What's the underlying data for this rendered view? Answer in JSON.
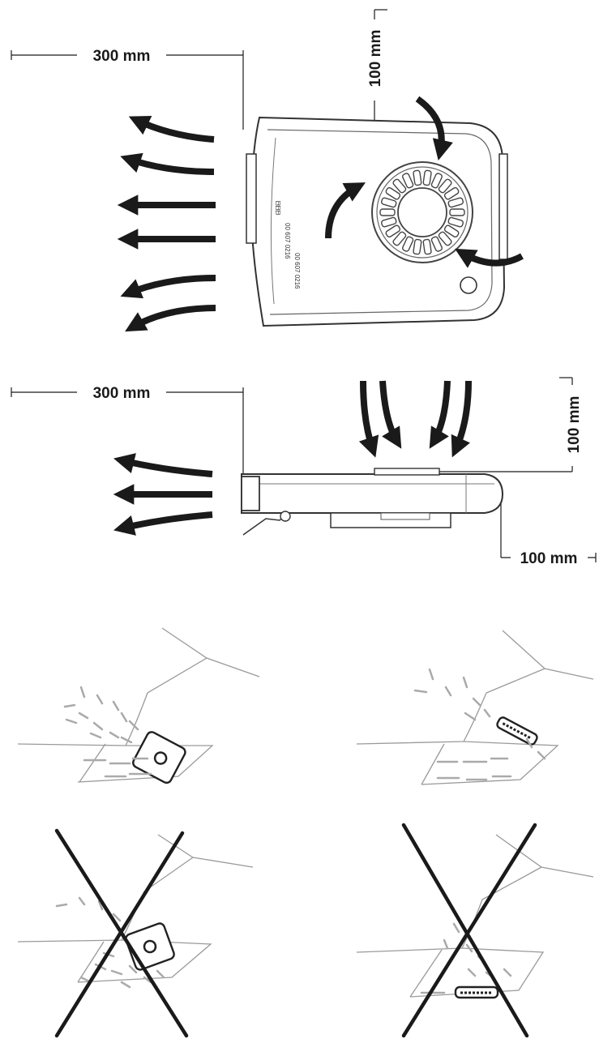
{
  "dimensions": {
    "top_view_side_clearance": "300 mm",
    "top_view_top_clearance": "100 mm",
    "side_view_side_clearance": "300 mm",
    "side_view_top_clearance": "100 mm",
    "side_view_front_clearance": "100 mm"
  },
  "device_label": {
    "line1": "ᗷᗷᗷ",
    "line2": "00 607 0216",
    "line3": "00 607 0216"
  },
  "colors": {
    "ink": "#1a1a1a",
    "outline": "#555555",
    "light_line": "#9a9a9a"
  },
  "icons": [
    "airflow-arrow",
    "fan-grille",
    "wrong-mark"
  ]
}
